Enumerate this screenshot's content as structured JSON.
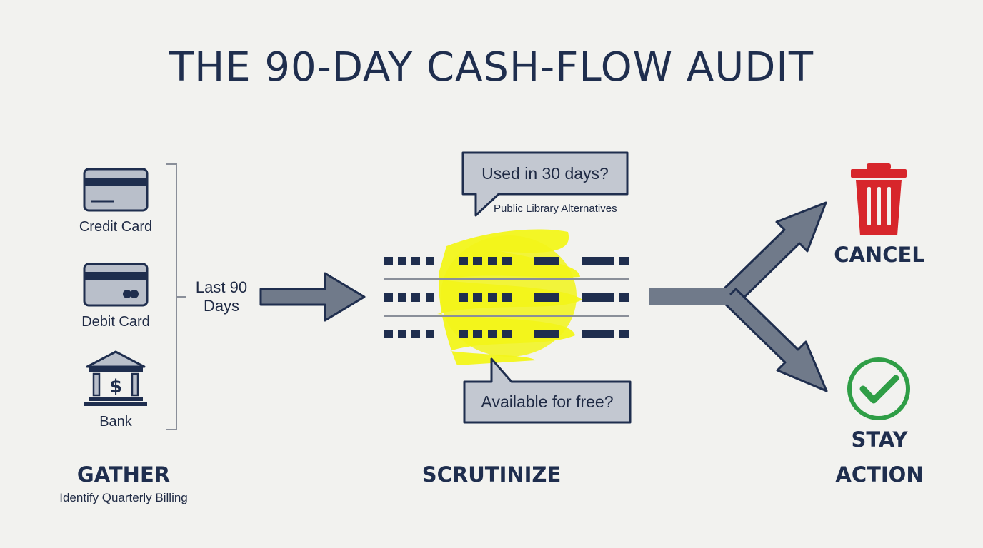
{
  "title": "THE 90-DAY CASH-FLOW AUDIT",
  "sources": [
    {
      "label": "Credit Card",
      "icon": "credit-card-icon"
    },
    {
      "label": "Debit Card",
      "icon": "debit-card-icon"
    },
    {
      "label": "Bank",
      "icon": "bank-icon"
    }
  ],
  "period_label": "Last 90\nDays",
  "bubbles": {
    "top": "Used in 30 days?",
    "top_note": "Public Library Alternatives",
    "bottom": "Available for free?"
  },
  "outcomes": {
    "cancel": "CANCEL",
    "stay": "STAY"
  },
  "stages": {
    "gather": "GATHER",
    "gather_sub": "Identify Quarterly Billing",
    "scrutinize": "SCRUTINIZE",
    "action": "ACTION"
  },
  "colors": {
    "navy": "#1f2e4e",
    "arrow": "#707a8a",
    "highlight": "#f2f51a",
    "cancel_red": "#d7262b",
    "stay_green": "#2f9e46"
  }
}
